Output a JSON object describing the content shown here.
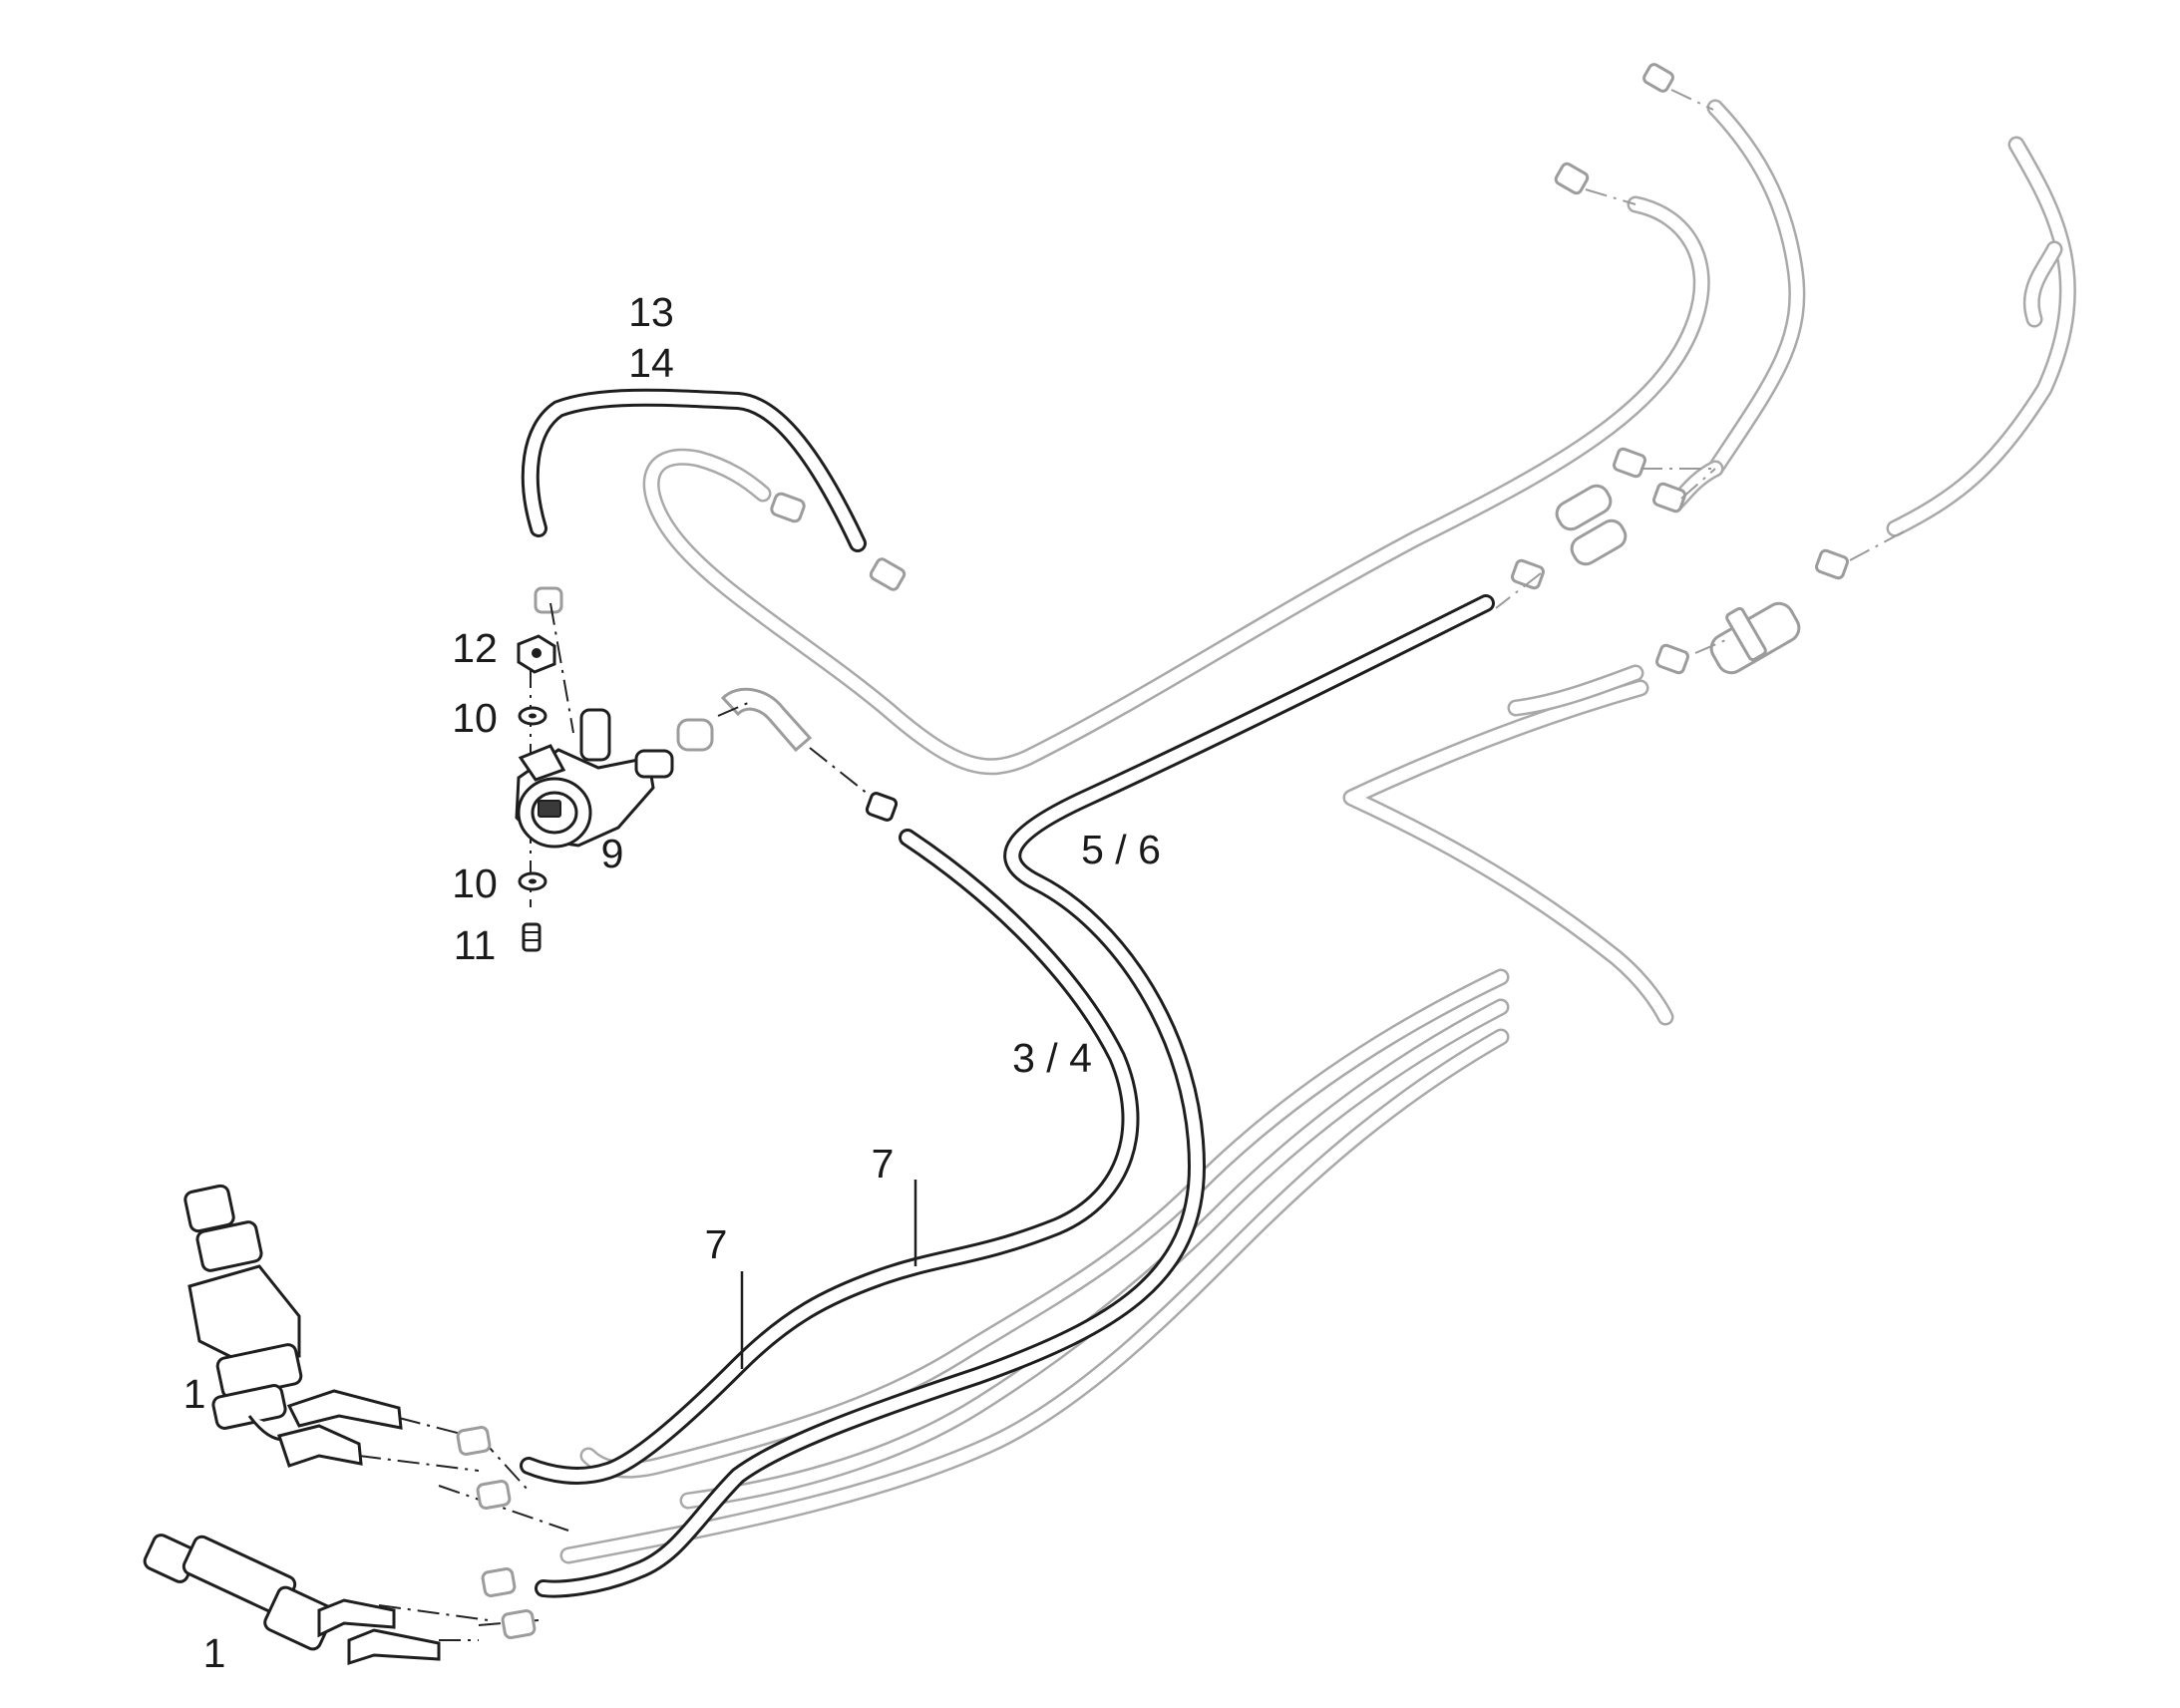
{
  "callouts": {
    "c13": "13",
    "c14": "14",
    "c12": "12",
    "c10a": "10",
    "c9": "9",
    "c10b": "10",
    "c11": "11",
    "c5_6": "5 / 6",
    "c3_4": "3 / 4",
    "c7a": "7",
    "c7b": "7",
    "c1a": "1",
    "c1b": "1"
  }
}
